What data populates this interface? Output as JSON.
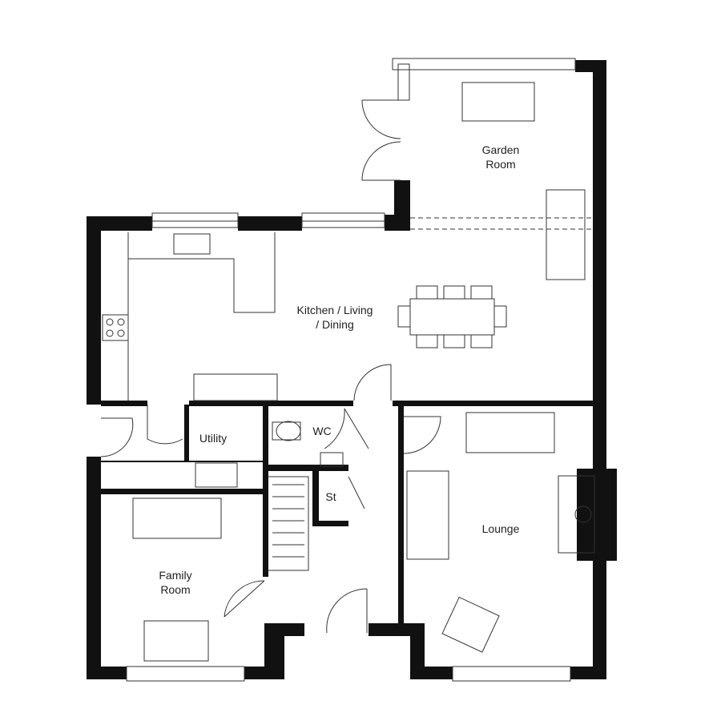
{
  "floor_plan": {
    "rooms": [
      {
        "id": "garden-room",
        "lines": [
          "Garden",
          "Room"
        ]
      },
      {
        "id": "kitchen-living-dining",
        "lines": [
          "Kitchen / Living",
          "/ Dining"
        ]
      },
      {
        "id": "utility",
        "lines": [
          "Utility"
        ]
      },
      {
        "id": "wc",
        "lines": [
          "WC"
        ]
      },
      {
        "id": "store",
        "lines": [
          "St"
        ]
      },
      {
        "id": "lounge",
        "lines": [
          "Lounge"
        ]
      },
      {
        "id": "family-room",
        "lines": [
          "Family",
          "Room"
        ]
      }
    ],
    "colors": {
      "wall": "#111111",
      "line": "#333333",
      "background": "#ffffff"
    }
  }
}
